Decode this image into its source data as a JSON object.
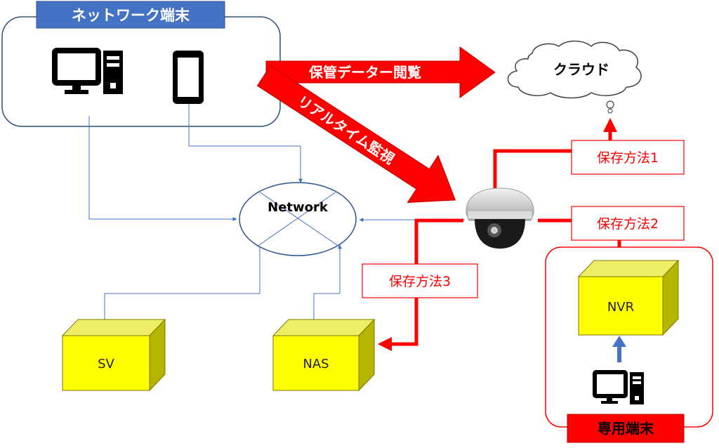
{
  "network_terminal": {
    "label": "ネットワーク端末"
  },
  "cloud": {
    "label": "クラウド"
  },
  "network": {
    "label": "Network"
  },
  "arrows": {
    "archive_view": "保管データー閲覧",
    "realtime": "リアルタイム監視"
  },
  "methods": {
    "method1": "保存方法1",
    "method2": "保存方法2",
    "method3": "保存方法3"
  },
  "boxes": {
    "sv": "SV",
    "nas": "NAS",
    "nvr": "NVR"
  },
  "dedicated_terminal": {
    "label": "専用端末"
  },
  "colors": {
    "red": "#ff0000",
    "blue_header": "#4472c4",
    "yellow": "#ffff00",
    "line_blue": "#4472c4"
  }
}
